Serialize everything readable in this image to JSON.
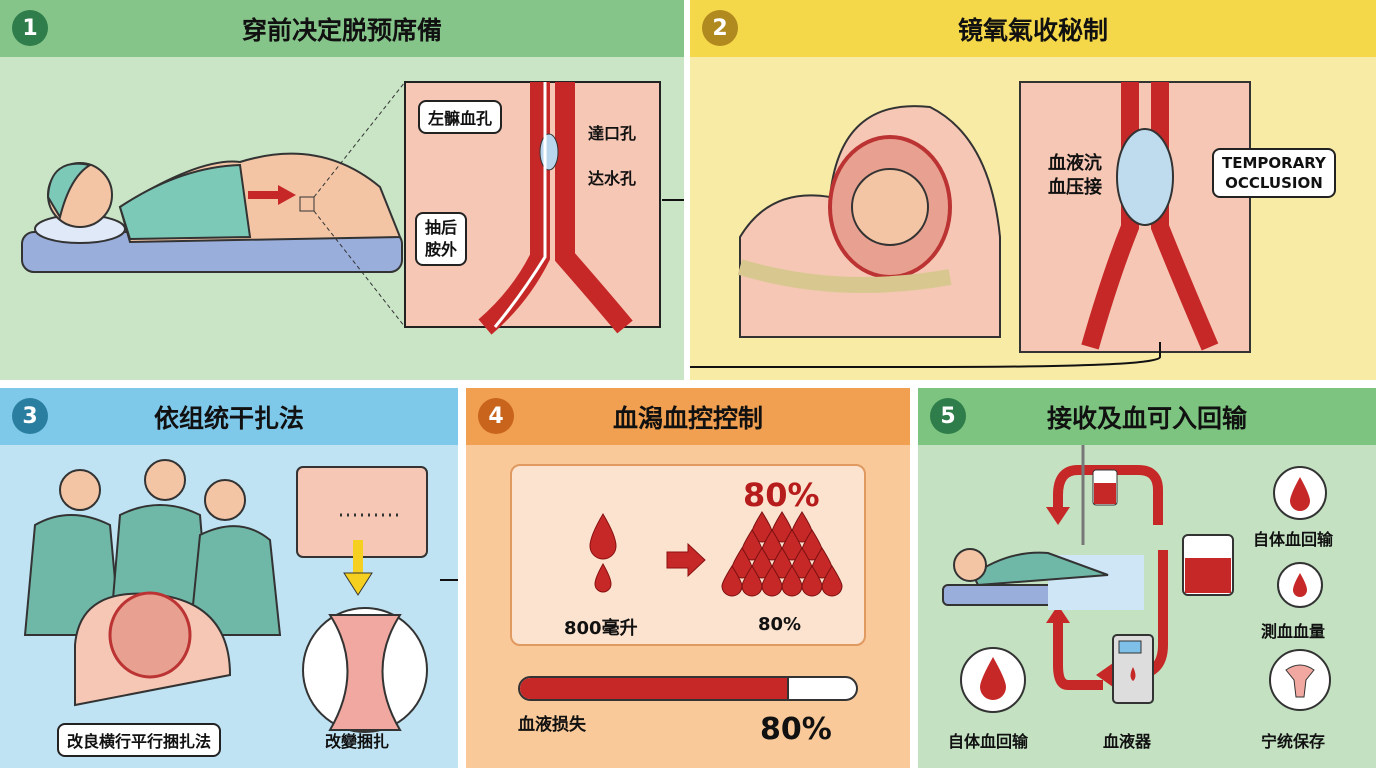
{
  "colors": {
    "blood": "#c62828",
    "green_header": "#86c58a",
    "yellow_header": "#f5d84a",
    "blue_header": "#7ec8ea",
    "orange_header": "#f0a050"
  },
  "panels": [
    {
      "number": "1",
      "title": "穿前决定脱预席備",
      "labels": {
        "left_vessel": "左髍血孔",
        "upper": "達口孔",
        "lower": "达水孔",
        "catheter": "抽后\n胺外"
      }
    },
    {
      "number": "2",
      "title": "镜氧氣收秘制",
      "labels": {
        "flow": "血液沆\n血压接",
        "occlusion": "TEMPORARY\nOCCLUSION"
      }
    },
    {
      "number": "3",
      "title": "依组统干扎法",
      "labels": {
        "method": "改良横行平行捆扎法",
        "change": "改變捆扎"
      }
    },
    {
      "number": "4",
      "title": "血潟血控控制",
      "labels": {
        "big_percent": "80%",
        "volume": "800毫升",
        "drops_percent": "80%",
        "loss_label": "血液损失",
        "loss_percent": "80%"
      },
      "blood_loss_fraction": 0.8
    },
    {
      "number": "5",
      "title": "接收及血可入回输",
      "labels": {
        "autotransfusion_top": "自体血回输",
        "measure": "測血血量",
        "preserve": "宁统保存",
        "autotransfusion_bottom": "自体血回输",
        "device": "血液器"
      }
    }
  ]
}
